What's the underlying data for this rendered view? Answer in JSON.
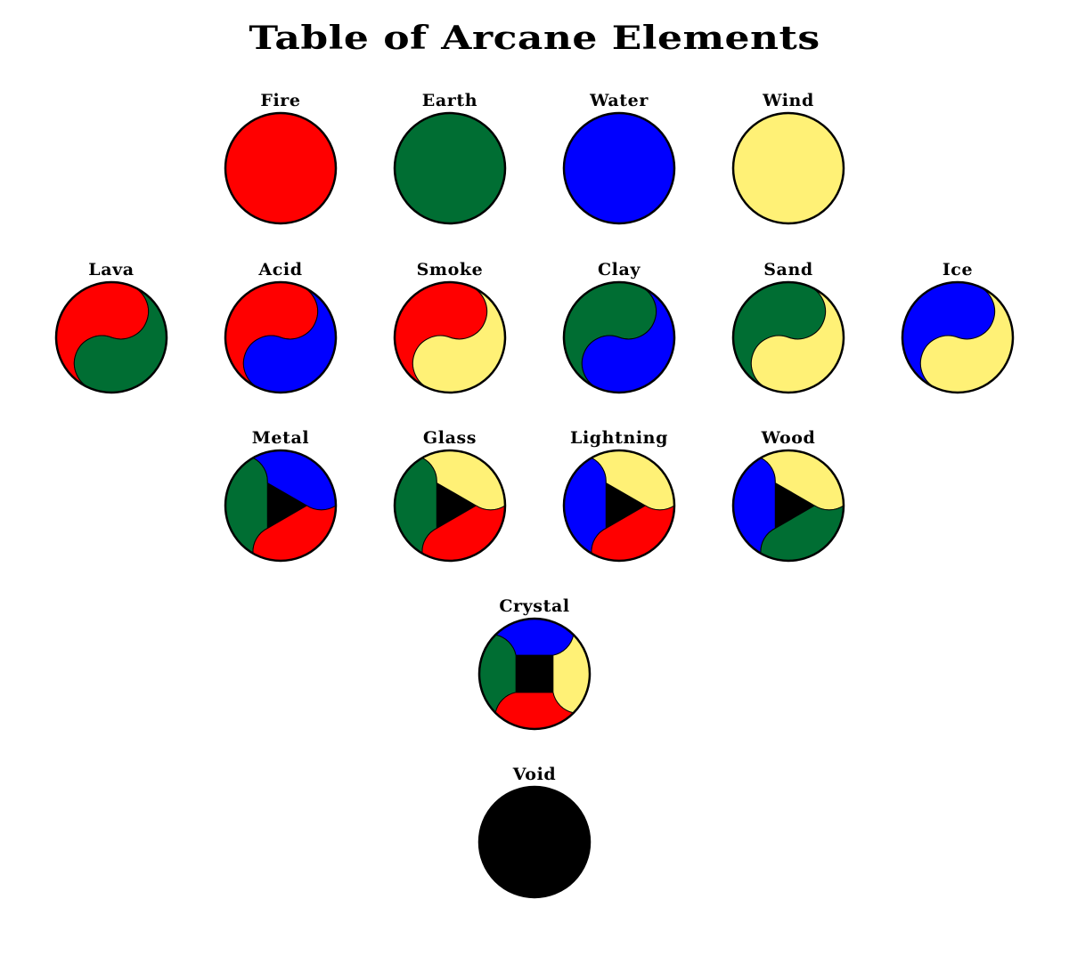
{
  "title": "Table of Arcane Elements",
  "colors": {
    "fire": "#ff0000",
    "earth": "#006e33",
    "water": "#0000ff",
    "wind": "#fff176",
    "void": "#000000",
    "outline": "#000000",
    "background": "#ffffff"
  },
  "rows": [
    {
      "elements": [
        {
          "name": "Fire",
          "colors": [
            "fire"
          ]
        },
        {
          "name": "Earth",
          "colors": [
            "earth"
          ]
        },
        {
          "name": "Water",
          "colors": [
            "water"
          ]
        },
        {
          "name": "Wind",
          "colors": [
            "wind"
          ]
        }
      ]
    },
    {
      "elements": [
        {
          "name": "Lava",
          "colors": [
            "fire",
            "earth"
          ]
        },
        {
          "name": "Acid",
          "colors": [
            "fire",
            "water"
          ]
        },
        {
          "name": "Smoke",
          "colors": [
            "fire",
            "wind"
          ]
        },
        {
          "name": "Clay",
          "colors": [
            "earth",
            "water"
          ]
        },
        {
          "name": "Sand",
          "colors": [
            "earth",
            "wind"
          ]
        },
        {
          "name": "Ice",
          "colors": [
            "water",
            "wind"
          ]
        }
      ]
    },
    {
      "elements": [
        {
          "name": "Metal",
          "colors": [
            "fire",
            "earth",
            "water"
          ]
        },
        {
          "name": "Glass",
          "colors": [
            "fire",
            "earth",
            "wind"
          ]
        },
        {
          "name": "Lightning",
          "colors": [
            "fire",
            "water",
            "wind"
          ]
        },
        {
          "name": "Wood",
          "colors": [
            "earth",
            "water",
            "wind"
          ]
        }
      ]
    },
    {
      "elements": [
        {
          "name": "Crystal",
          "colors": [
            "fire",
            "earth",
            "water",
            "wind"
          ]
        }
      ]
    },
    {
      "elements": [
        {
          "name": "Void",
          "colors": [
            "void"
          ]
        }
      ]
    }
  ]
}
